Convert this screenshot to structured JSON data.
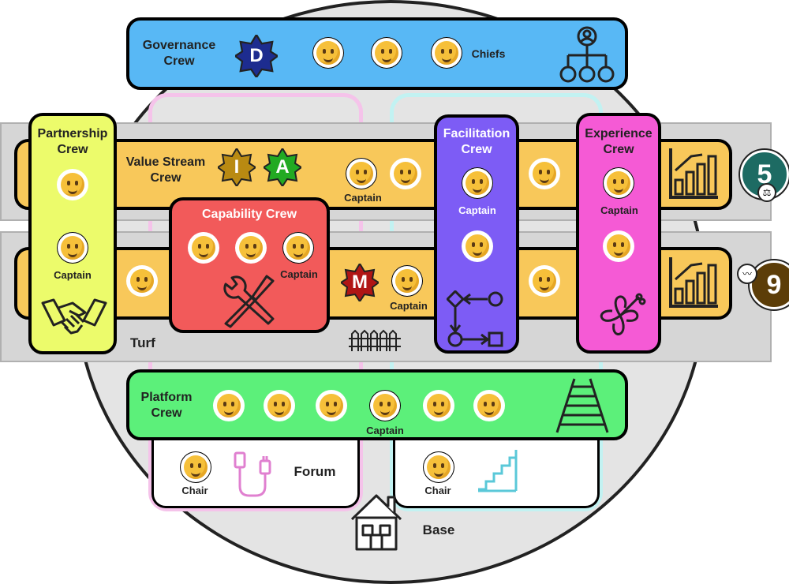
{
  "governance": {
    "title": "Governance\nCrew",
    "star_letter": "D",
    "chiefs_label": "Chiefs"
  },
  "partnership": {
    "title": "Partnership\nCrew",
    "captain_label": "Captain"
  },
  "value_stream": {
    "title": "Value Stream\nCrew",
    "star_letters": [
      "I",
      "A"
    ],
    "captain_label": "Captain",
    "badge_number": "5"
  },
  "capability": {
    "title": "Capability Crew",
    "captain_label": "Captain"
  },
  "facilitation": {
    "title": "Facilitation\nCrew",
    "captain_label": "Captain"
  },
  "experience": {
    "title": "Experience\nCrew",
    "captain_label": "Captain"
  },
  "second_stream": {
    "star_letter": "M",
    "captain_label": "Captain",
    "badge_number": "9"
  },
  "turf": {
    "label": "Turf"
  },
  "platform": {
    "title": "Platform\nCrew",
    "captain_label": "Captain"
  },
  "forum": {
    "label": "Forum",
    "left_chair_label": "Chair",
    "right_chair_label": "Chair"
  },
  "base": {
    "label": "Base"
  },
  "colors": {
    "governance": "#58b8f5",
    "partnership": "#ecfb6b",
    "value_stream": "#f8c85a",
    "capability": "#f25a5a",
    "facilitation": "#7d5cf5",
    "experience": "#f55ad5",
    "platform": "#5cf07a",
    "turf": "#d6d6d6",
    "base": "#e4e4e4",
    "d_star": "#1d2c8f",
    "i_star": "#b98a12",
    "a_star": "#22aa22",
    "m_star": "#b01515",
    "badge5": "#1d6b63",
    "badge9": "#5c3d08"
  }
}
